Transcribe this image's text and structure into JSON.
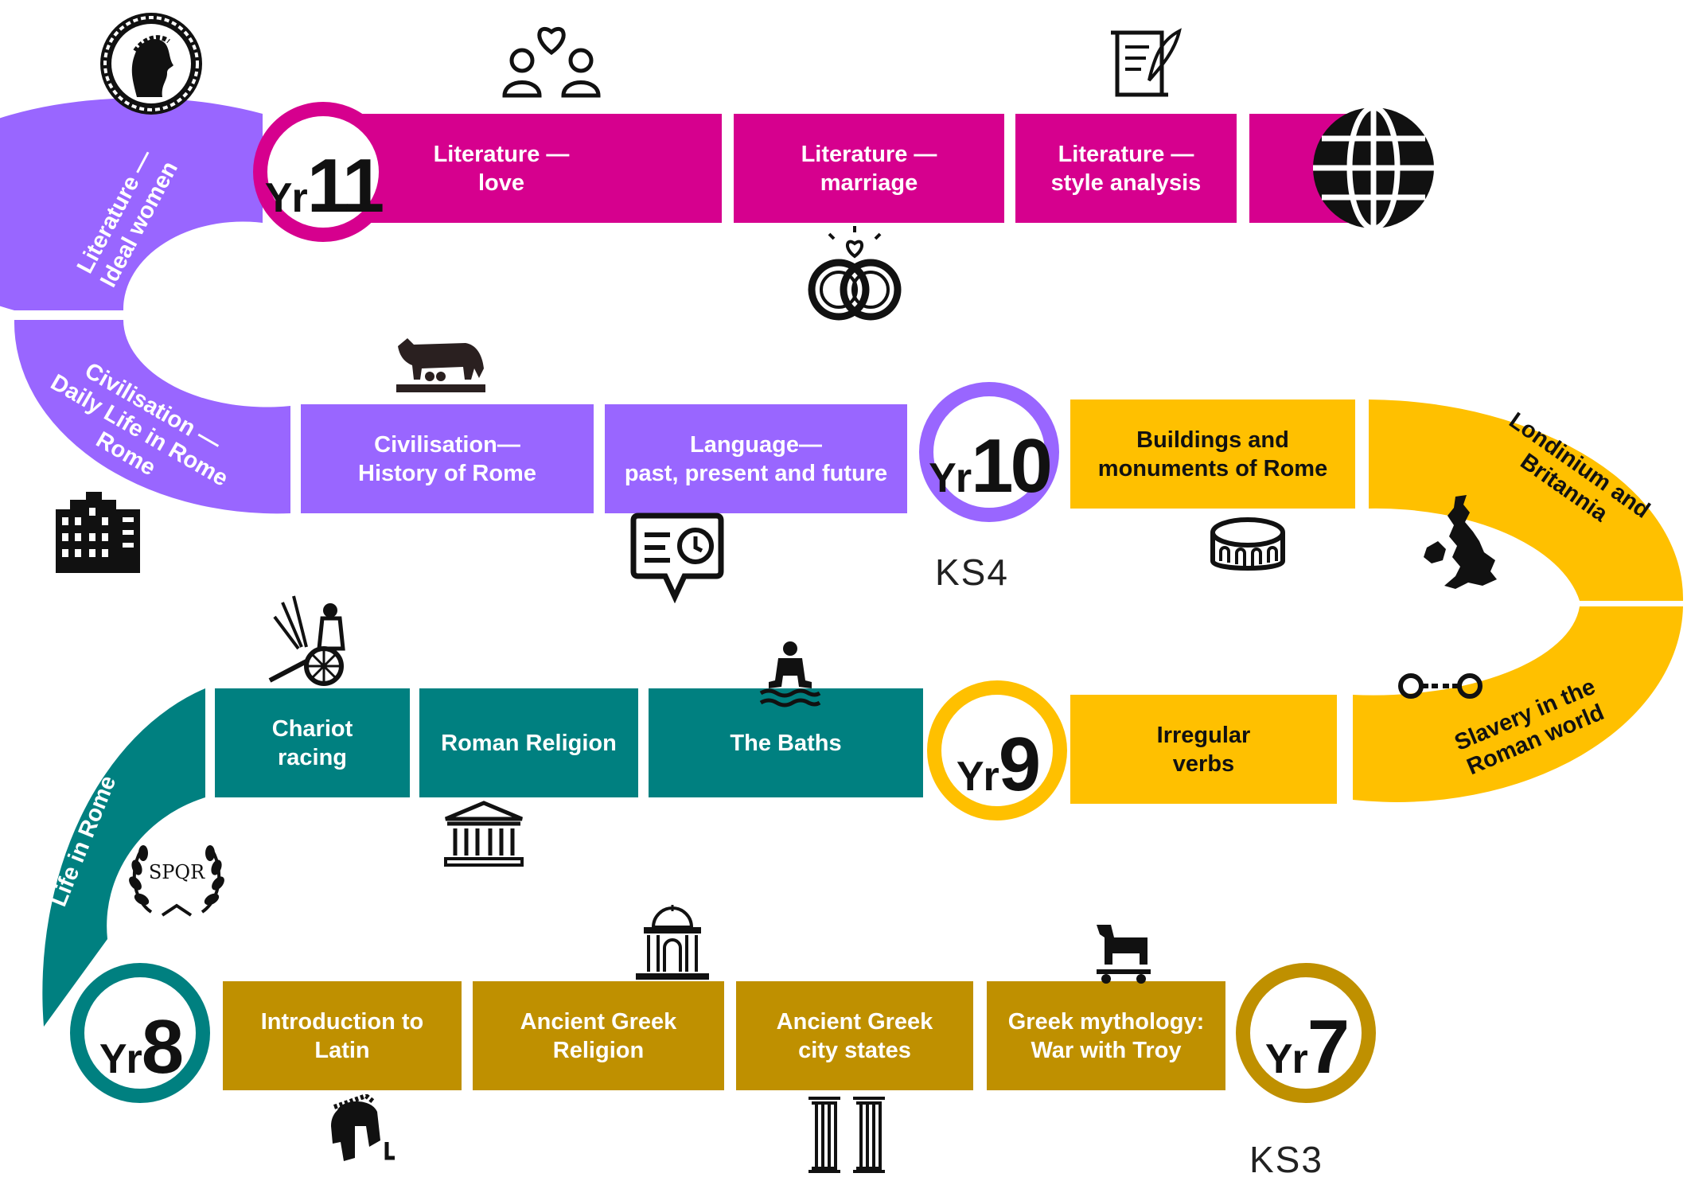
{
  "colors": {
    "ks4_year11": "#d6008e",
    "ks4_year10": "#9966ff",
    "ks4_year9": "#ffc000",
    "ks3_year8": "#008080",
    "ks3_year7": "#bf9000"
  },
  "year_markers": [
    {
      "prefix": "Yr",
      "number": "11"
    },
    {
      "prefix": "Yr",
      "number": "10"
    },
    {
      "prefix": "Yr",
      "number": "9"
    },
    {
      "prefix": "Yr",
      "number": "8"
    },
    {
      "prefix": "Yr",
      "number": "7"
    }
  ],
  "key_stages": {
    "ks4": "KS4",
    "ks3": "KS3"
  },
  "topics": {
    "yr11": [
      "Literature —\nlove",
      "Literature —\nmarriage",
      "Literature —\nstyle analysis"
    ],
    "yr11_curve": "Literature —\nIdeal women",
    "yr10_curve": "Civilisation —\nDaily Life in Rome\nRome",
    "yr10": [
      "Civilisation—\nHistory of Rome",
      "Language—\npast, present and future",
      "Buildings and\nmonuments of Rome"
    ],
    "yr10_right_curve": "Londinium and\nBritannia",
    "yr9_right_curve": "Slavery in the\nRoman  world",
    "yr9": [
      "Irregular\nverbs",
      "The Baths",
      "Roman Religion",
      "Chariot\nracing"
    ],
    "yr8_curve": "Life in Rome",
    "yr8": [
      "Introduction to\nLatin",
      "Ancient Greek\nReligion",
      "Ancient Greek\ncity states",
      "Greek mythology:\nWar with Troy"
    ]
  },
  "icons": [
    "coin-portrait-icon",
    "couple-love-icon",
    "scroll-quill-icon",
    "globe-icon",
    "wedding-rings-icon",
    "she-wolf-statue-icon",
    "apartment-building-icon",
    "speech-clock-icon",
    "colosseum-icon",
    "britain-map-icon",
    "handcuffs-icon",
    "chariot-icon",
    "bather-icon",
    "temple-icon",
    "spqr-wreath-icon",
    "greek-temple-icon",
    "helmet-icon",
    "columns-icon",
    "trojan-horse-icon"
  ]
}
